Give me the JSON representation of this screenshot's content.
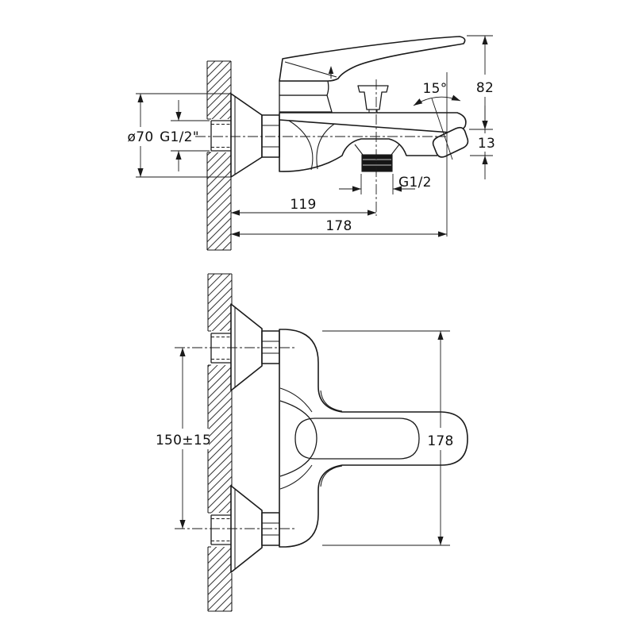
{
  "drawing": {
    "type": "technical-dimension-drawing",
    "subject": "wall-mounted bath mixer faucet, two orthographic views",
    "background_color": "#ffffff",
    "line_color": "#1a1a1a",
    "side_view": {
      "escutcheon_diameter": "ø70",
      "inlet_thread": "G1/2\"",
      "spout_angle": "15°",
      "handle_height": "82",
      "spout_height": "13",
      "shower_outlet_thread": "G1/2",
      "wall_to_outlet": "119",
      "total_projection": "178"
    },
    "plan_view": {
      "inlet_spacing": "150±15",
      "body_projection": "178"
    }
  }
}
